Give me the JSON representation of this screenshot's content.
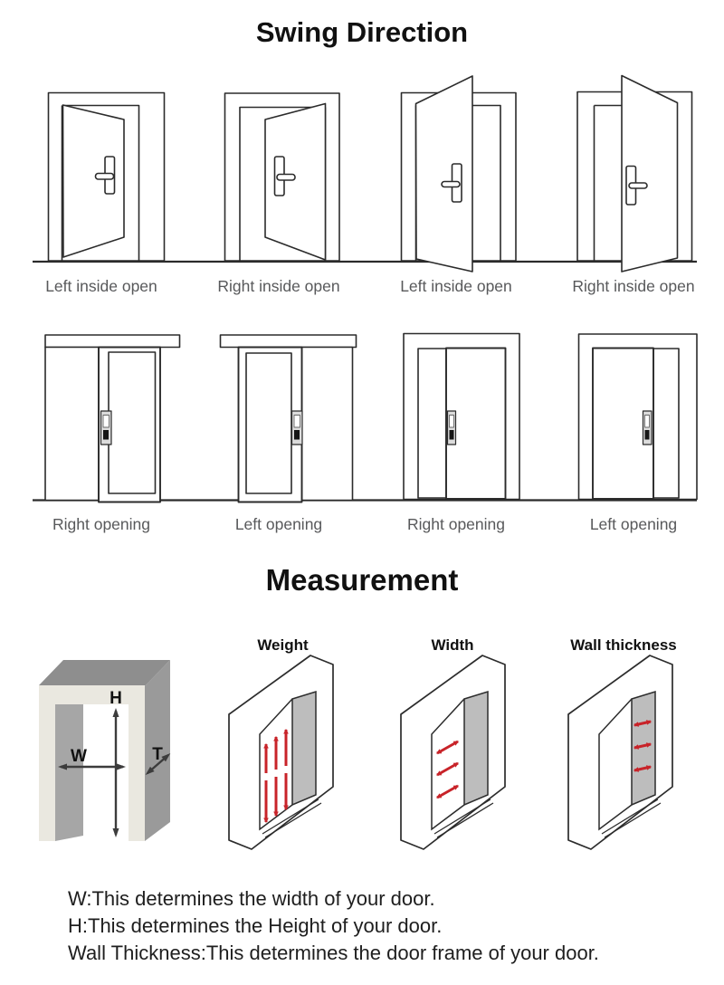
{
  "swing": {
    "title": "Swing Direction",
    "hinged_labels": [
      "Left inside open",
      "Right inside open",
      "Left inside open",
      "Right inside open"
    ],
    "sliding_labels": [
      "Right opening",
      "Left opening",
      "Right opening",
      "Left opening"
    ]
  },
  "measurement": {
    "title": "Measurement",
    "dim_labels": {
      "height": "H",
      "width": "W",
      "thickness": "T"
    },
    "diagram_labels": [
      "Weight",
      "Width",
      "Wall thickness"
    ],
    "notes": [
      "W:This determines the width of your door.",
      "H:This determines the Height of your door.",
      "Wall Thickness:This determines the door frame of your door."
    ]
  },
  "colors": {
    "accent_red": "#c82329",
    "frame_cream": "#eae8e0",
    "top_face_gray": "#8e8e8e",
    "side_face_gray": "#9a9a9a",
    "jamb_gray": "#a6a6a6",
    "panel_gray": "#bdbdbd",
    "line_dark": "#2b2b2b",
    "caption_gray": "#58595b"
  }
}
